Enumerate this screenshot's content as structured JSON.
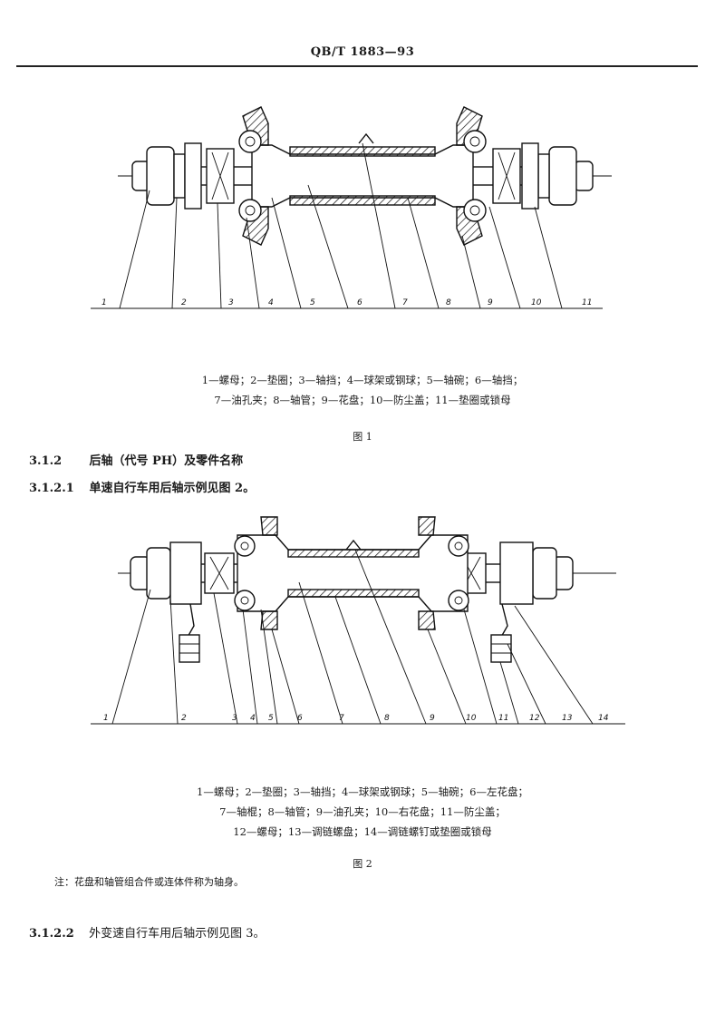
{
  "header": "QB/T 1883—93",
  "figure1": {
    "callouts": [
      "1",
      "2",
      "3",
      "4",
      "5",
      "6",
      "7",
      "8",
      "9",
      "10",
      "11"
    ],
    "legend": [
      "1—螺母；2—垫圈；3—轴挡；4—球架或钢球；5—轴碗；6—轴挡；",
      "7—油孔夹；8—轴管；9—花盘；10—防尘盖；11—垫圈或锁母"
    ],
    "caption": "图 1"
  },
  "section_312": {
    "num": "3.1.2",
    "text": "后轴（代号 PH）及零件名称"
  },
  "section_3121": {
    "num": "3.1.2.1",
    "text": "单速自行车用后轴示例见图 2。"
  },
  "figure2": {
    "callouts": [
      "1",
      "2",
      "3",
      "4",
      "5",
      "6",
      "7",
      "8",
      "9",
      "10",
      "11",
      "12",
      "13",
      "14"
    ],
    "legend": [
      "1—螺母；2—垫圈；3—轴挡；4—球架或钢球；5—轴碗；6—左花盘；",
      "7—轴棍；8—轴管；9—油孔夹；10—右花盘；11—防尘盖；",
      "12—螺母；13—调链螺盘；14—调链螺钉或垫圈或锁母"
    ],
    "caption": "图 2",
    "note": "注：花盘和轴管组合件或连体件称为轴身。"
  },
  "section_3122": {
    "num": "3.1.2.2",
    "text": "外变速自行车用后轴示例见图 3。"
  }
}
